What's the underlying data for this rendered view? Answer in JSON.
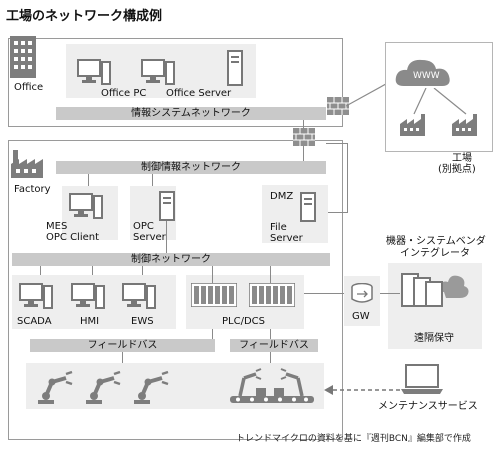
{
  "title": "工場のネットワーク構成例",
  "office": {
    "label": "Office",
    "office_pc": "Office PC",
    "office_server": "Office Server",
    "network": "情報システムネットワーク"
  },
  "external": {
    "cloud_label": "WWW",
    "factory_label_line1": "工場",
    "factory_label_line2": "(別拠点)"
  },
  "factory": {
    "label": "Factory",
    "control_info_network": "制御情報ネットワーク",
    "mes_line1": "MES",
    "mes_line2": "OPC Client",
    "opc_line1": "OPC",
    "opc_line2": "Server",
    "dmz": "DMZ",
    "file_server_line1": "File",
    "file_server_line2": "Server",
    "control_network": "制御ネットワーク",
    "scada": "SCADA",
    "hmi": "HMI",
    "ews": "EWS",
    "plc_dcs": "PLC/DCS",
    "fieldbus_left": "フィールドバス",
    "fieldbus_right": "フィールドバス"
  },
  "vendor": {
    "label_line1": "機器・システムベンダ",
    "label_line2": "インテグレータ",
    "gw": "GW",
    "remote": "遠隔保守",
    "maintenance": "メンテナンスサービス"
  },
  "caption": "トレンドマイクロの資料を基に『週刊BCN』編集部で作成"
}
